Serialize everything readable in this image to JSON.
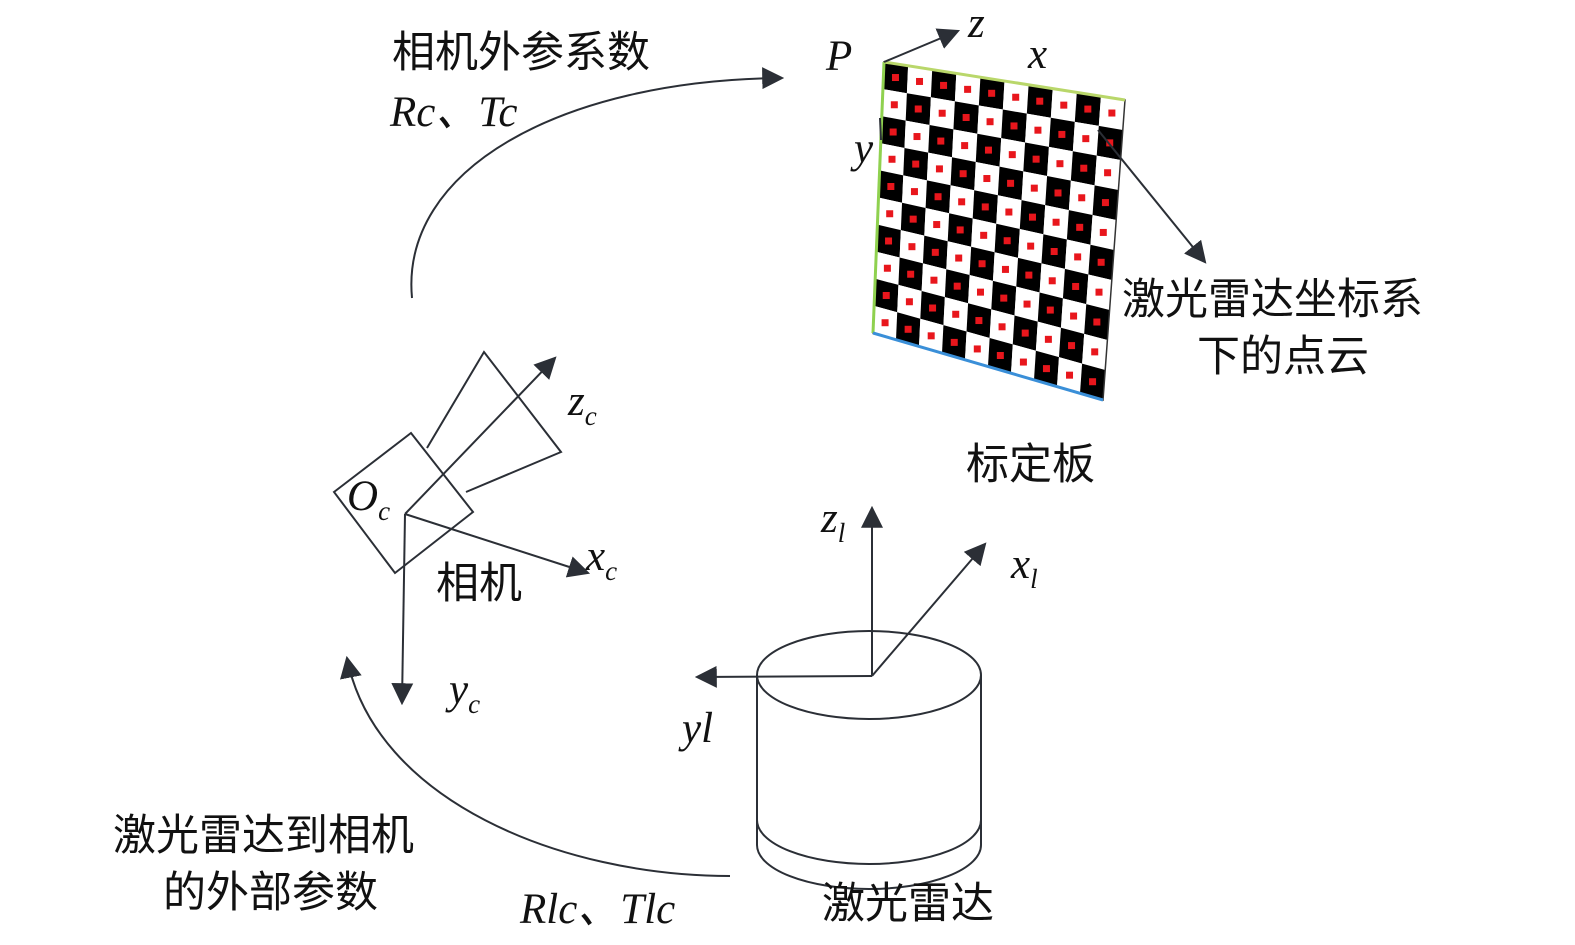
{
  "labels": {
    "camera_extrinsic_title": "相机外参系数",
    "camera_extrinsic_symbols": "Rc、Tc",
    "point_p": "P",
    "board_axis_z": "z",
    "board_axis_x": "x",
    "board_axis_y": "y",
    "point_cloud_line1": "激光雷达坐标系",
    "point_cloud_line2": "下的点云",
    "calibration_board": "标定板",
    "camera_origin_main": "O",
    "camera_origin_sub": "c",
    "camera_z_main": "z",
    "camera_z_sub": "c",
    "camera_x_main": "x",
    "camera_x_sub": "c",
    "camera_y_main": "y",
    "camera_y_sub": "c",
    "camera": "相机",
    "lidar_z_main": "z",
    "lidar_z_sub": "l",
    "lidar_x_main": "x",
    "lidar_x_sub": "l",
    "lidar_y": "yl",
    "lidar_to_camera_line1": "激光雷达到相机",
    "lidar_to_camera_line2": "的外部参数",
    "lidar_to_camera_symbols": "Rlc、Tlc",
    "lidar": "激光雷达"
  },
  "colors": {
    "line": "#2b2f36",
    "board_black": "#000000",
    "board_white": "#ffffff",
    "point_cloud_red": "#e8161c",
    "board_edge_green": "#8fd14f",
    "board_edge_blue": "#3a8fd8"
  },
  "board": {
    "rows": 10,
    "cols": 10
  }
}
